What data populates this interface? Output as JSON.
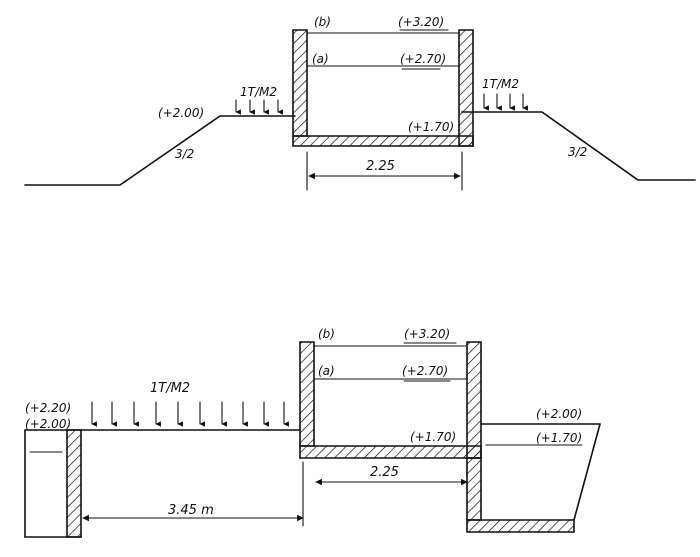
{
  "top": {
    "level_b_tag": "(b)",
    "level_b_value": "(+3.20)",
    "level_a_tag": "(a)",
    "level_a_value": "(+2.70)",
    "floor_value": "(+1.70)",
    "bank_level": "(+2.00)",
    "load_left": "1T/M2",
    "load_right": "1T/M2",
    "slope_left": "3/2",
    "slope_right": "3/2",
    "width": "2.25"
  },
  "bottom": {
    "level_b_tag": "(b)",
    "level_b_value": "(+3.20)",
    "level_a_tag": "(a)",
    "level_a_value": "(+2.70)",
    "floor_value": "(+1.70)",
    "load": "1T/M2",
    "left_top_level": "(+2.20)",
    "left_second_level": "(+2.00)",
    "right_top_level": "(+2.00)",
    "right_second_level": "(+1.70)",
    "width": "2.25",
    "distance": "3.45 m"
  }
}
